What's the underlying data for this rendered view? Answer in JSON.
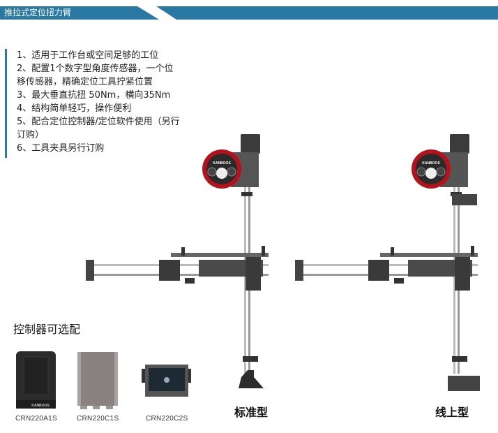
{
  "header": {
    "title": "推拉式定位扭力臂",
    "color": "#2a78a4"
  },
  "features": [
    "1、适用于工作台或空间足够的工位",
    "2、配置1个数字型角度传感器，一个位",
    "移传感器，精确定位工具拧紧位置",
    "3、最大垂直抗扭 50Nm，横向35Nm",
    "4、结构简单轻巧，操作便利",
    "5、配合定位控制器/定位软件使用（另行",
    "订购）",
    "6、工具夹具另行订购"
  ],
  "controllers": {
    "title": "控制器可选配",
    "items": [
      {
        "model": "CRN220A1S",
        "brand": "KANBOOS"
      },
      {
        "model": "CRN220C1S"
      },
      {
        "model": "CRN220C2S"
      }
    ]
  },
  "arm_brand": "KANBOOS",
  "types": {
    "standard": "标准型",
    "inline": "线上型"
  }
}
